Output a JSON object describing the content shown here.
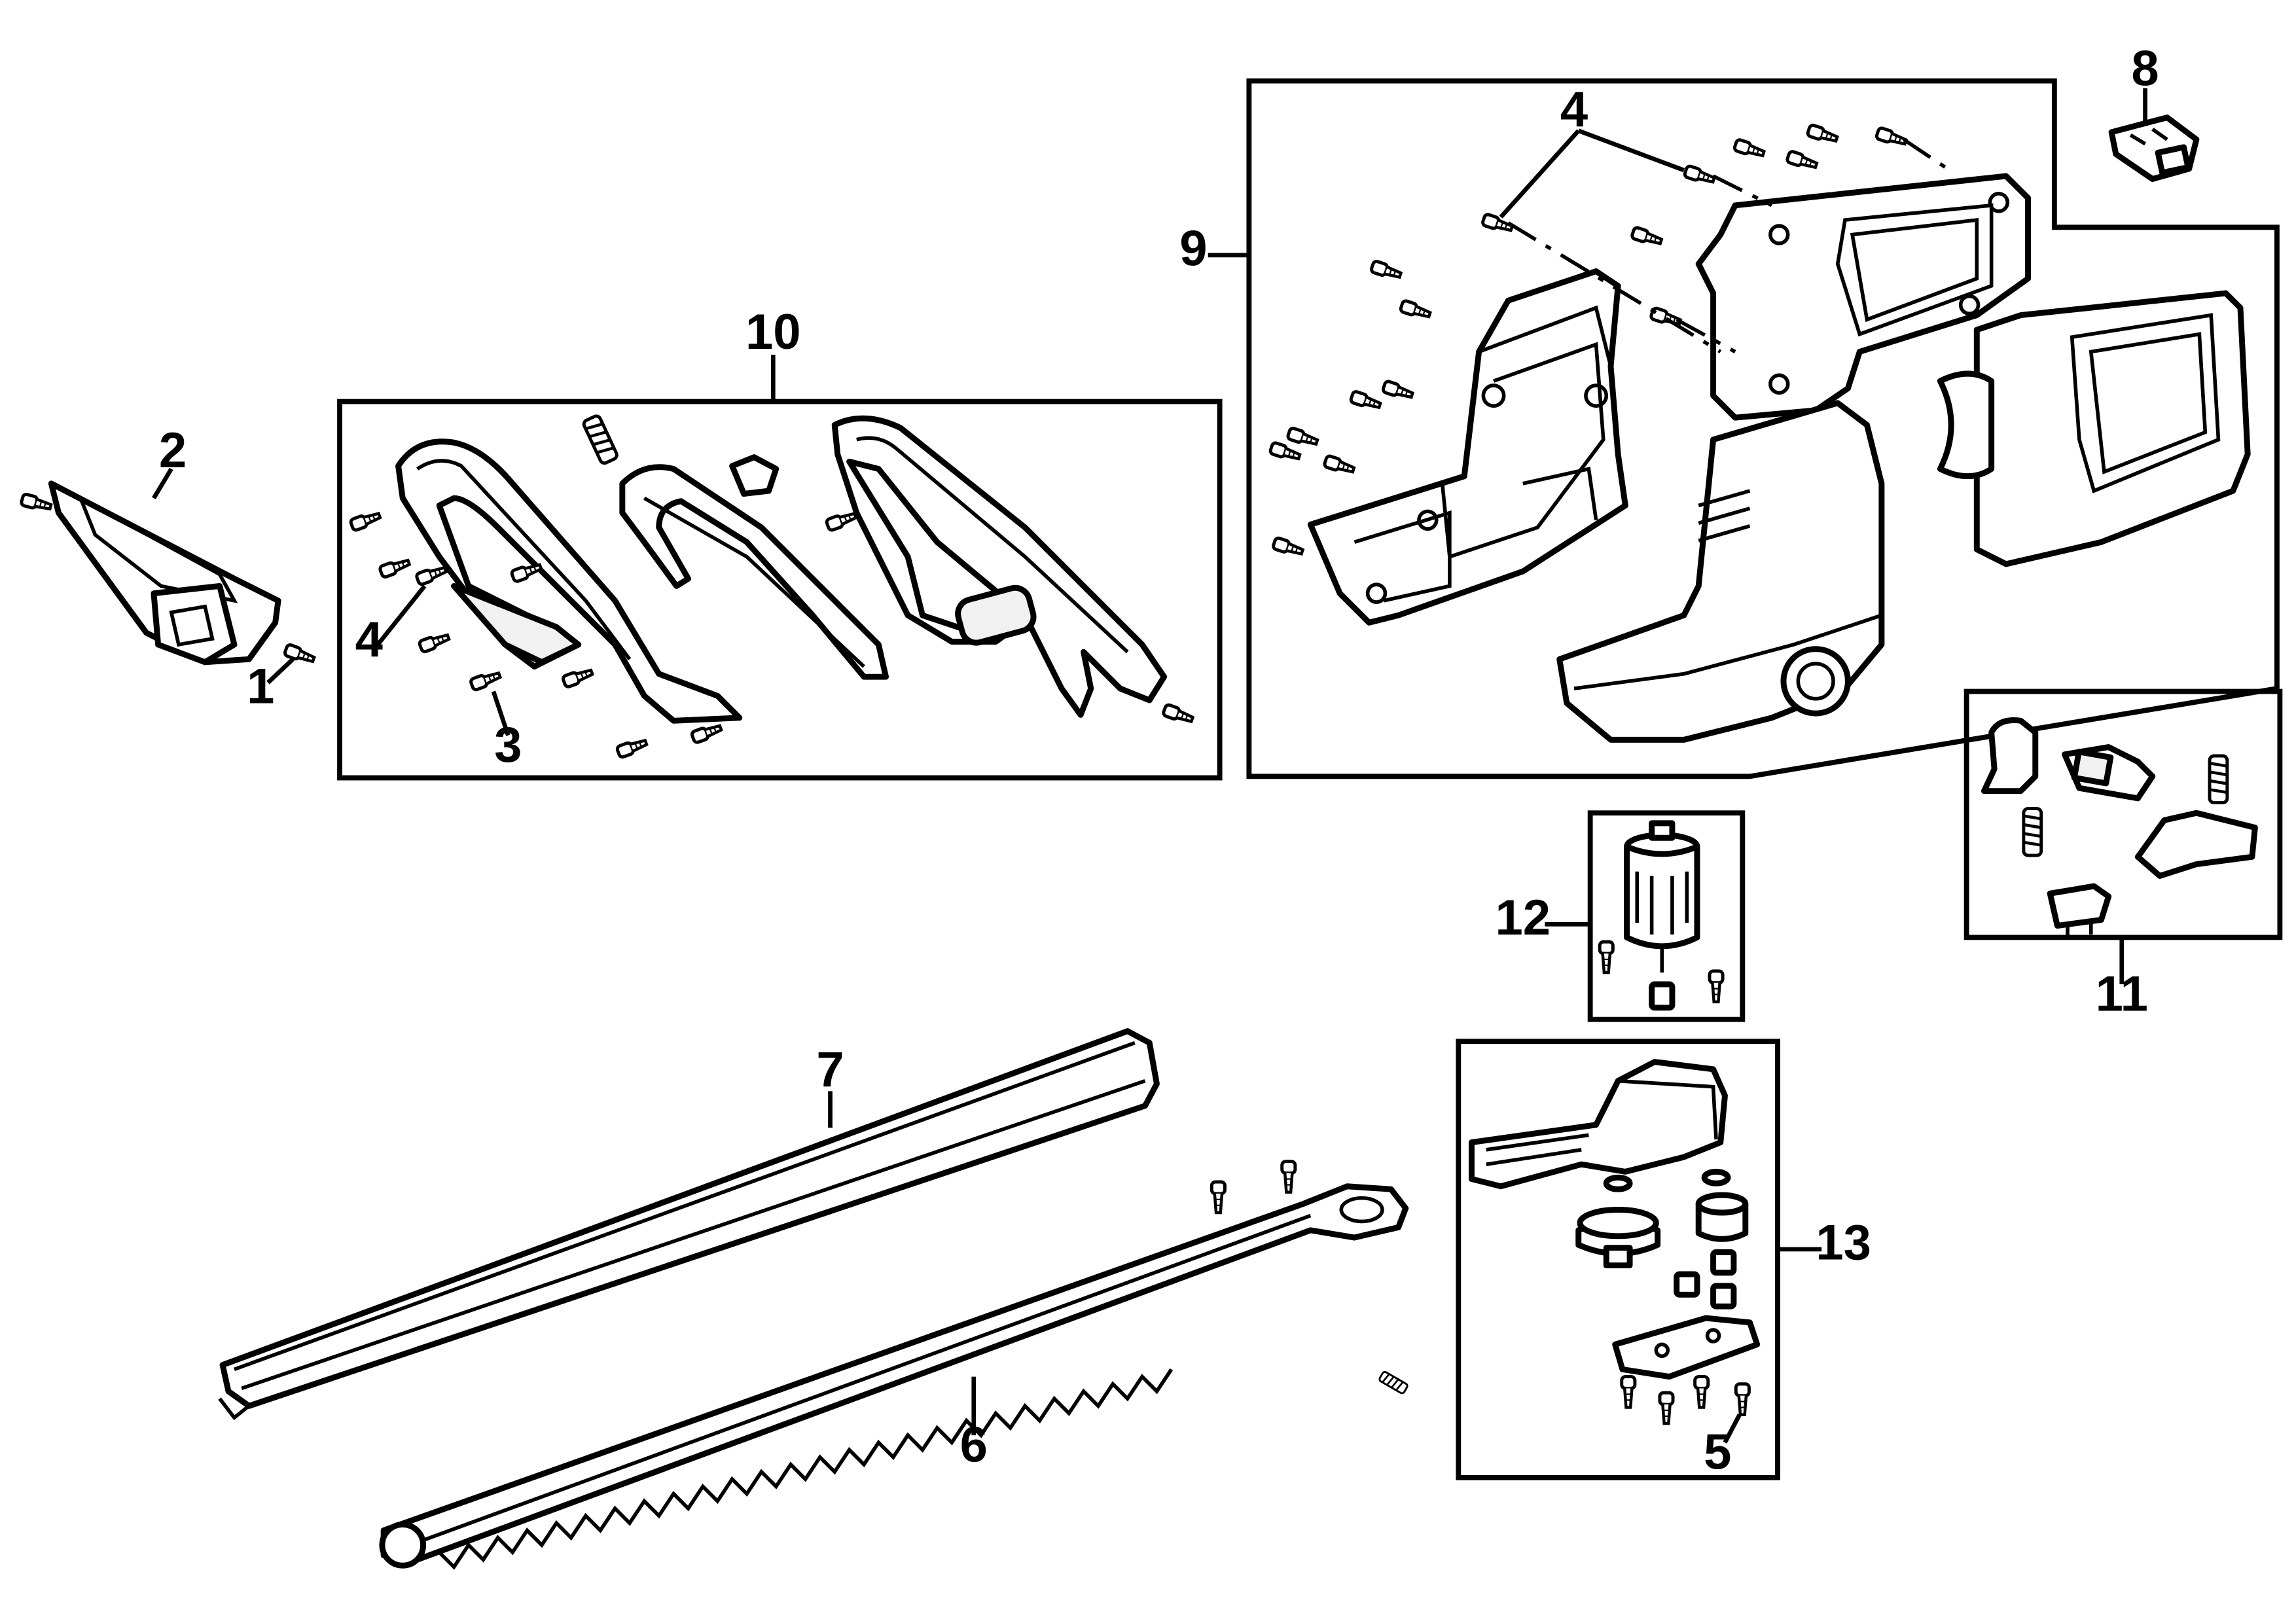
{
  "callouts": {
    "c1": "1",
    "c2": "2",
    "c3": "3",
    "c4a": "4",
    "c4b": "4",
    "c5": "5",
    "c6": "6",
    "c7": "7",
    "c8": "8",
    "c9": "9",
    "c10": "10",
    "c11": "11",
    "c12": "12",
    "c13": "13"
  }
}
